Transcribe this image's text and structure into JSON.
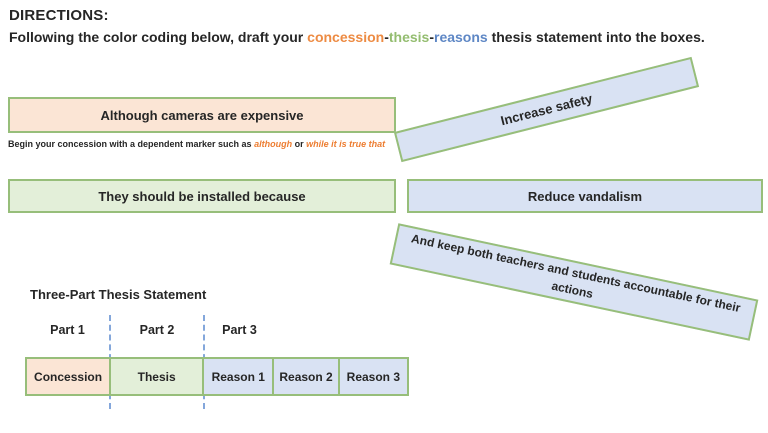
{
  "directions": {
    "title": "DIRECTIONS:",
    "line_prefix": "Following the color coding below, draft your ",
    "concession_word": "concession",
    "hyphen": "-",
    "thesis_word": "thesis",
    "reasons_word": "reasons",
    "line_suffix": " thesis statement into the boxes."
  },
  "hint": {
    "prefix": "Begin your concession with a dependent marker such as ",
    "marker1": "although",
    "middle": " or ",
    "marker2": "while it is true that"
  },
  "boxes": {
    "concession": "Although cameras are expensive",
    "thesis": "They should be installed because",
    "reason_safety": "Increase safety",
    "reason_vandalism": "Reduce vandalism",
    "reason_accountable": "And keep both teachers and students accountable for their actions"
  },
  "diagram": {
    "title": "Three-Part Thesis Statement",
    "part_labels": [
      "Part 1",
      "Part 2",
      "Part 3"
    ],
    "cells": [
      {
        "label": "Concession",
        "type": "concession"
      },
      {
        "label": "Thesis",
        "type": "thesis"
      },
      {
        "label": "Reason 1",
        "type": "reason"
      },
      {
        "label": "Reason 2",
        "type": "reason"
      },
      {
        "label": "Reason 3",
        "type": "reason"
      }
    ]
  },
  "colors": {
    "concession_fill": "#FBE5D5",
    "thesis_fill": "#E3EFD9",
    "reason_fill": "#D9E2F3",
    "box_border_green": "#97BE7A",
    "dashed_line_blue": "#84A7DB",
    "concession_word": "#ED8B43",
    "thesis_word": "#94BD70",
    "reasons_word": "#5E87C5",
    "hint_marker_orange": "#ED7D31",
    "body_text": "#262626"
  }
}
